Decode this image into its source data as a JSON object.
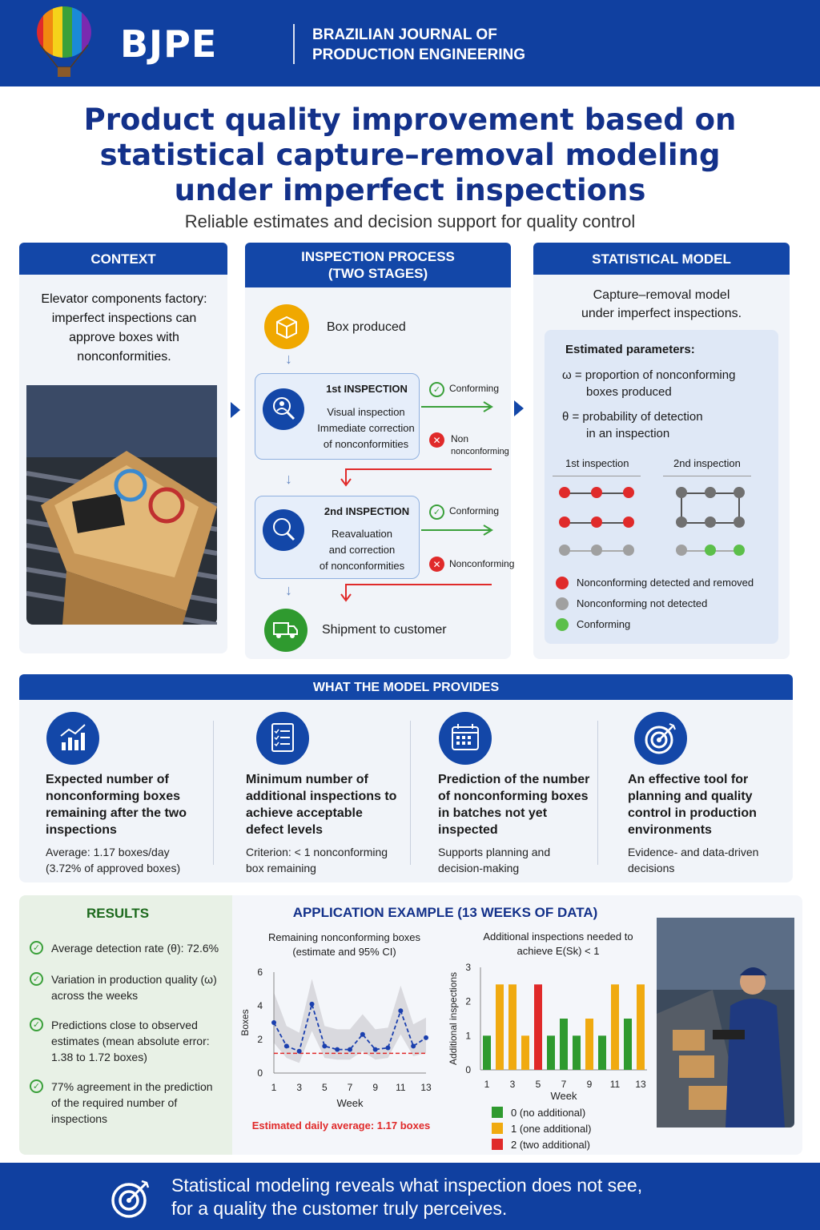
{
  "header": {
    "logo": "BJPE",
    "journal_line1": "BRAZILIAN JOURNAL OF",
    "journal_line2": "PRODUCTION ENGINEERING"
  },
  "title": {
    "line1": "Product quality improvement based on",
    "line2": "statistical capture–removal modeling",
    "line3": "under imperfect inspections",
    "subtitle": "Reliable estimates and decision support for quality control"
  },
  "context": {
    "heading": "CONTEXT",
    "text": "Elevator components factory: imperfect inspections can approve boxes with nonconformities."
  },
  "process": {
    "heading_line1": "INSPECTION PROCESS",
    "heading_line2": "(TWO STAGES)",
    "box_produced": "Box produced",
    "stage1_title": "1st INSPECTION",
    "stage1_line1": "Visual inspection",
    "stage1_line2": "Immediate correction",
    "stage1_line3": "of nonconformities",
    "stage2_title": "2nd INSPECTION",
    "stage2_line1": "Reavaluation",
    "stage2_line2": "and correction",
    "stage2_line3": "of nonconformities",
    "conforming": "Conforming",
    "nonconforming_a": "Non",
    "nonconforming_b": "nonconforming",
    "nonconforming": "Nonconforming",
    "shipment": "Shipment to customer",
    "colors": {
      "ok": "#3aa03a",
      "bad": "#e02a2a",
      "accent": "#1347a8"
    }
  },
  "model": {
    "heading": "STATISTICAL MODEL",
    "desc_line1": "Capture–removal model",
    "desc_line2": "under imperfect inspections.",
    "params_title": "Estimated parameters:",
    "omega_line1": "ω = proportion of nonconforming",
    "omega_line2": "boxes produced",
    "theta_line1": "θ = probability of detection",
    "theta_line2": "in an inspection",
    "col1": "1st inspection",
    "col2": "2nd inspection",
    "legend_red": "Nonconforming detected and removed",
    "legend_gray": "Nonconforming not detected",
    "legend_green": "Conforming"
  },
  "provides": {
    "heading": "WHAT THE MODEL PROVIDES",
    "items": [
      {
        "icon": "bar-chart-icon",
        "title": "Expected number of nonconforming boxes remaining after the two inspections",
        "sub": "Average: 1.17 boxes/day (3.72% of approved boxes)"
      },
      {
        "icon": "checklist-icon",
        "title": "Minimum number of additional inspections to achieve acceptable defect levels",
        "sub": "Criterion: < 1 nonconforming box remaining"
      },
      {
        "icon": "calendar-icon",
        "title": "Prediction of the number of nonconforming boxes in batches not yet inspected",
        "sub": "Supports planning and decision-making"
      },
      {
        "icon": "target-icon",
        "title": "An effective tool for planning and quality control in production environments",
        "sub": "Evidence- and data-driven decisions"
      }
    ]
  },
  "results": {
    "heading": "RESULTS",
    "items": [
      "Average detection rate (θ): 72.6%",
      "Variation in production quality (ω) across the weeks",
      "Predictions close to observed estimates (mean absolute error: 1.38 to 1.72 boxes)",
      "77% agreement in the prediction of the required number of inspections"
    ]
  },
  "example": {
    "heading": "APPLICATION EXAMPLE (13 WEEKS OF DATA)",
    "note": "Estimated daily average: 1.17 boxes"
  },
  "chart_data": [
    {
      "type": "line",
      "title": "Remaining nonconforming boxes (estimate and 95% CI)",
      "xlabel": "Week",
      "ylabel": "Boxes",
      "x": [
        1,
        2,
        3,
        4,
        5,
        6,
        7,
        8,
        9,
        10,
        11,
        12,
        13
      ],
      "x_ticks": [
        1,
        3,
        5,
        7,
        9,
        11,
        13
      ],
      "y_ticks": [
        0,
        2,
        4,
        6
      ],
      "ylim": [
        0,
        6
      ],
      "series": [
        {
          "values": [
            3.0,
            1.5,
            1.3,
            4.1,
            1.6,
            1.4,
            1.4,
            2.3,
            1.4,
            1.5,
            3.7,
            1.6,
            1.5,
            2.1
          ]
        }
      ],
      "estimate": [
        3.0,
        1.6,
        1.3,
        4.1,
        1.6,
        1.4,
        1.4,
        2.3,
        1.4,
        1.5,
        3.7,
        1.6,
        2.1
      ],
      "ci_low": [
        1.8,
        0.9,
        0.6,
        2.5,
        0.9,
        0.8,
        0.8,
        1.3,
        0.8,
        0.9,
        2.3,
        1.0,
        1.2
      ],
      "ci_high": [
        4.8,
        2.8,
        2.4,
        5.6,
        2.8,
        2.6,
        2.6,
        3.5,
        2.6,
        2.7,
        5.2,
        2.9,
        3.3
      ],
      "reference_line": 1.17,
      "colors": {
        "line": "#1a3fae",
        "ci": "#d9d9de",
        "ref": "#e02a2a"
      }
    },
    {
      "type": "bar",
      "title": "Additional inspections needed to achieve E(Sk) < 1",
      "xlabel": "Week",
      "ylabel": "Additional inspections",
      "x": [
        1,
        2,
        3,
        4,
        5,
        6,
        7,
        8,
        9,
        10,
        11,
        12,
        13
      ],
      "x_ticks": [
        1,
        3,
        5,
        7,
        9,
        11,
        13
      ],
      "y_ticks": [
        0,
        1,
        2,
        3
      ],
      "ylim": [
        0,
        3
      ],
      "values": [
        1,
        2.5,
        2.5,
        1,
        2.5,
        1,
        1.5,
        1,
        1.5,
        1,
        2.5,
        1.5,
        2.5
      ],
      "categories_level": [
        0,
        1,
        1,
        1,
        2,
        0,
        0,
        0,
        1,
        0,
        1,
        0,
        1
      ],
      "legend": [
        "0 (no additional)",
        "1 (one additional)",
        "2 (two additional)"
      ],
      "colors": {
        "level0": "#2f9a2f",
        "level1": "#f0aa10",
        "level2": "#e02a2a"
      }
    }
  ],
  "footer": {
    "line1": "Statistical modeling reveals what inspection does not see,",
    "line2": "for a quality the customer truly perceives."
  }
}
